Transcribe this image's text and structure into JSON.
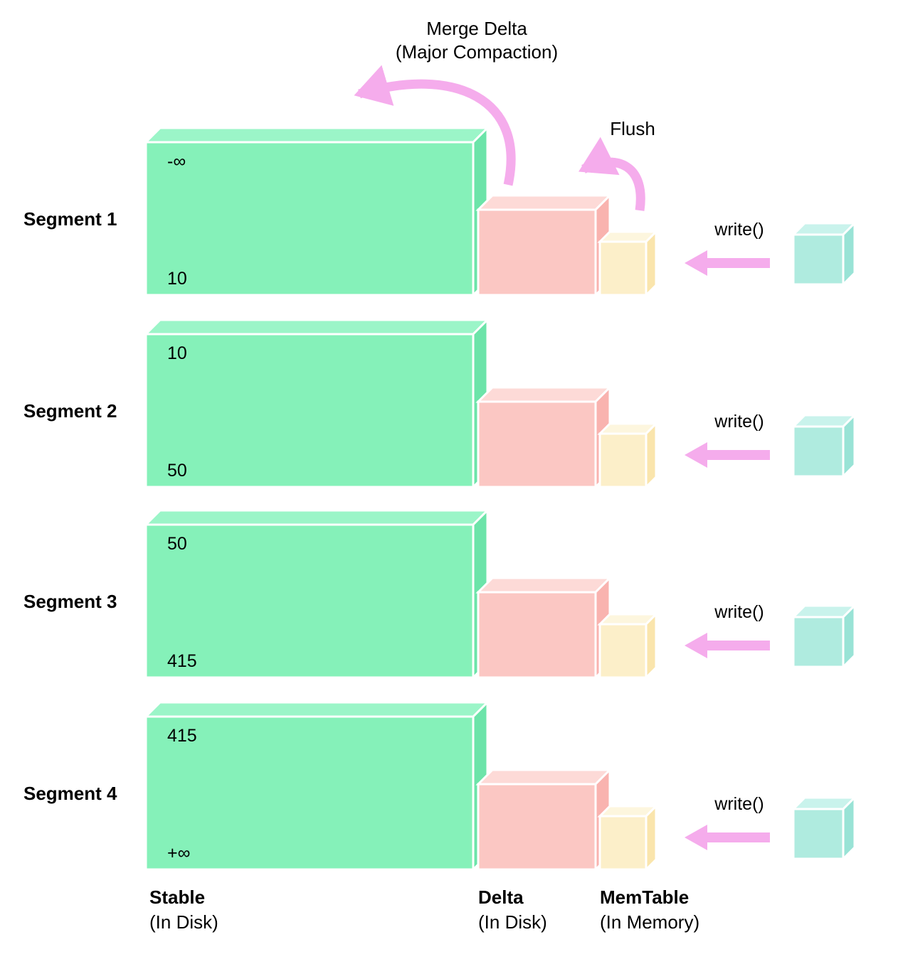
{
  "annotations": {
    "merge_delta_line1": "Merge Delta",
    "merge_delta_line2": "(Major Compaction)",
    "flush": "Flush"
  },
  "segments": [
    {
      "label": "Segment 1",
      "range_top": "-∞",
      "range_bottom": "10",
      "write_label": "write()"
    },
    {
      "label": "Segment 2",
      "range_top": "10",
      "range_bottom": "50",
      "write_label": "write()"
    },
    {
      "label": "Segment 3",
      "range_top": "50",
      "range_bottom": "415",
      "write_label": "write()"
    },
    {
      "label": "Segment 4",
      "range_top": "415",
      "range_bottom": "+∞",
      "write_label": "write()"
    }
  ],
  "legend": [
    {
      "title": "Stable",
      "subtitle": "(In Disk)"
    },
    {
      "title": "Delta",
      "subtitle": "(In Disk)"
    },
    {
      "title": "MemTable",
      "subtitle": "(In Memory)"
    }
  ],
  "colors": {
    "stable_front": "#85F1B9",
    "stable_top": "#9BF5C8",
    "stable_side": "#6CE4A9",
    "delta_front": "#FBC7C3",
    "delta_top": "#FDDAD7",
    "delta_side": "#F9B3AF",
    "memtable_front": "#FCEFC9",
    "memtable_top": "#FDF6DE",
    "memtable_side": "#FAE5AC",
    "write_block_front": "#AFEBDF",
    "write_block_top": "#C9F3EC",
    "write_block_side": "#99E3D6",
    "arrow": "#F5ACEC"
  }
}
